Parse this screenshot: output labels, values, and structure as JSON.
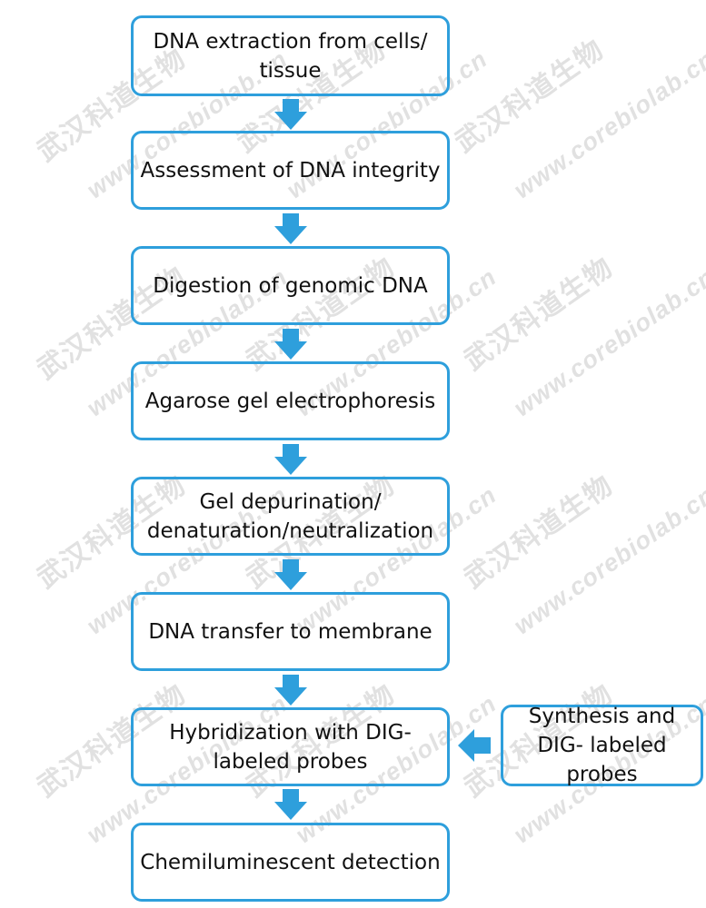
{
  "flowchart": {
    "steps": [
      "DNA extraction from cells/ tissue",
      "Assessment of DNA integrity",
      "Digestion of genomic DNA",
      "Agarose gel electrophoresis",
      "Gel depurination/ denaturation/neutralization",
      "DNA transfer to membrane",
      "Hybridization with DIG- labeled probes",
      "Chemiluminescent detection"
    ],
    "side_step": "Synthesis and DIG- labeled probes"
  },
  "watermark": {
    "chinese": "武汉科道生物",
    "url": "www.corebiolab.cn"
  },
  "colors": {
    "box_border": "#2E9FDC",
    "arrow": "#2E9FDC",
    "text": "#111111"
  }
}
